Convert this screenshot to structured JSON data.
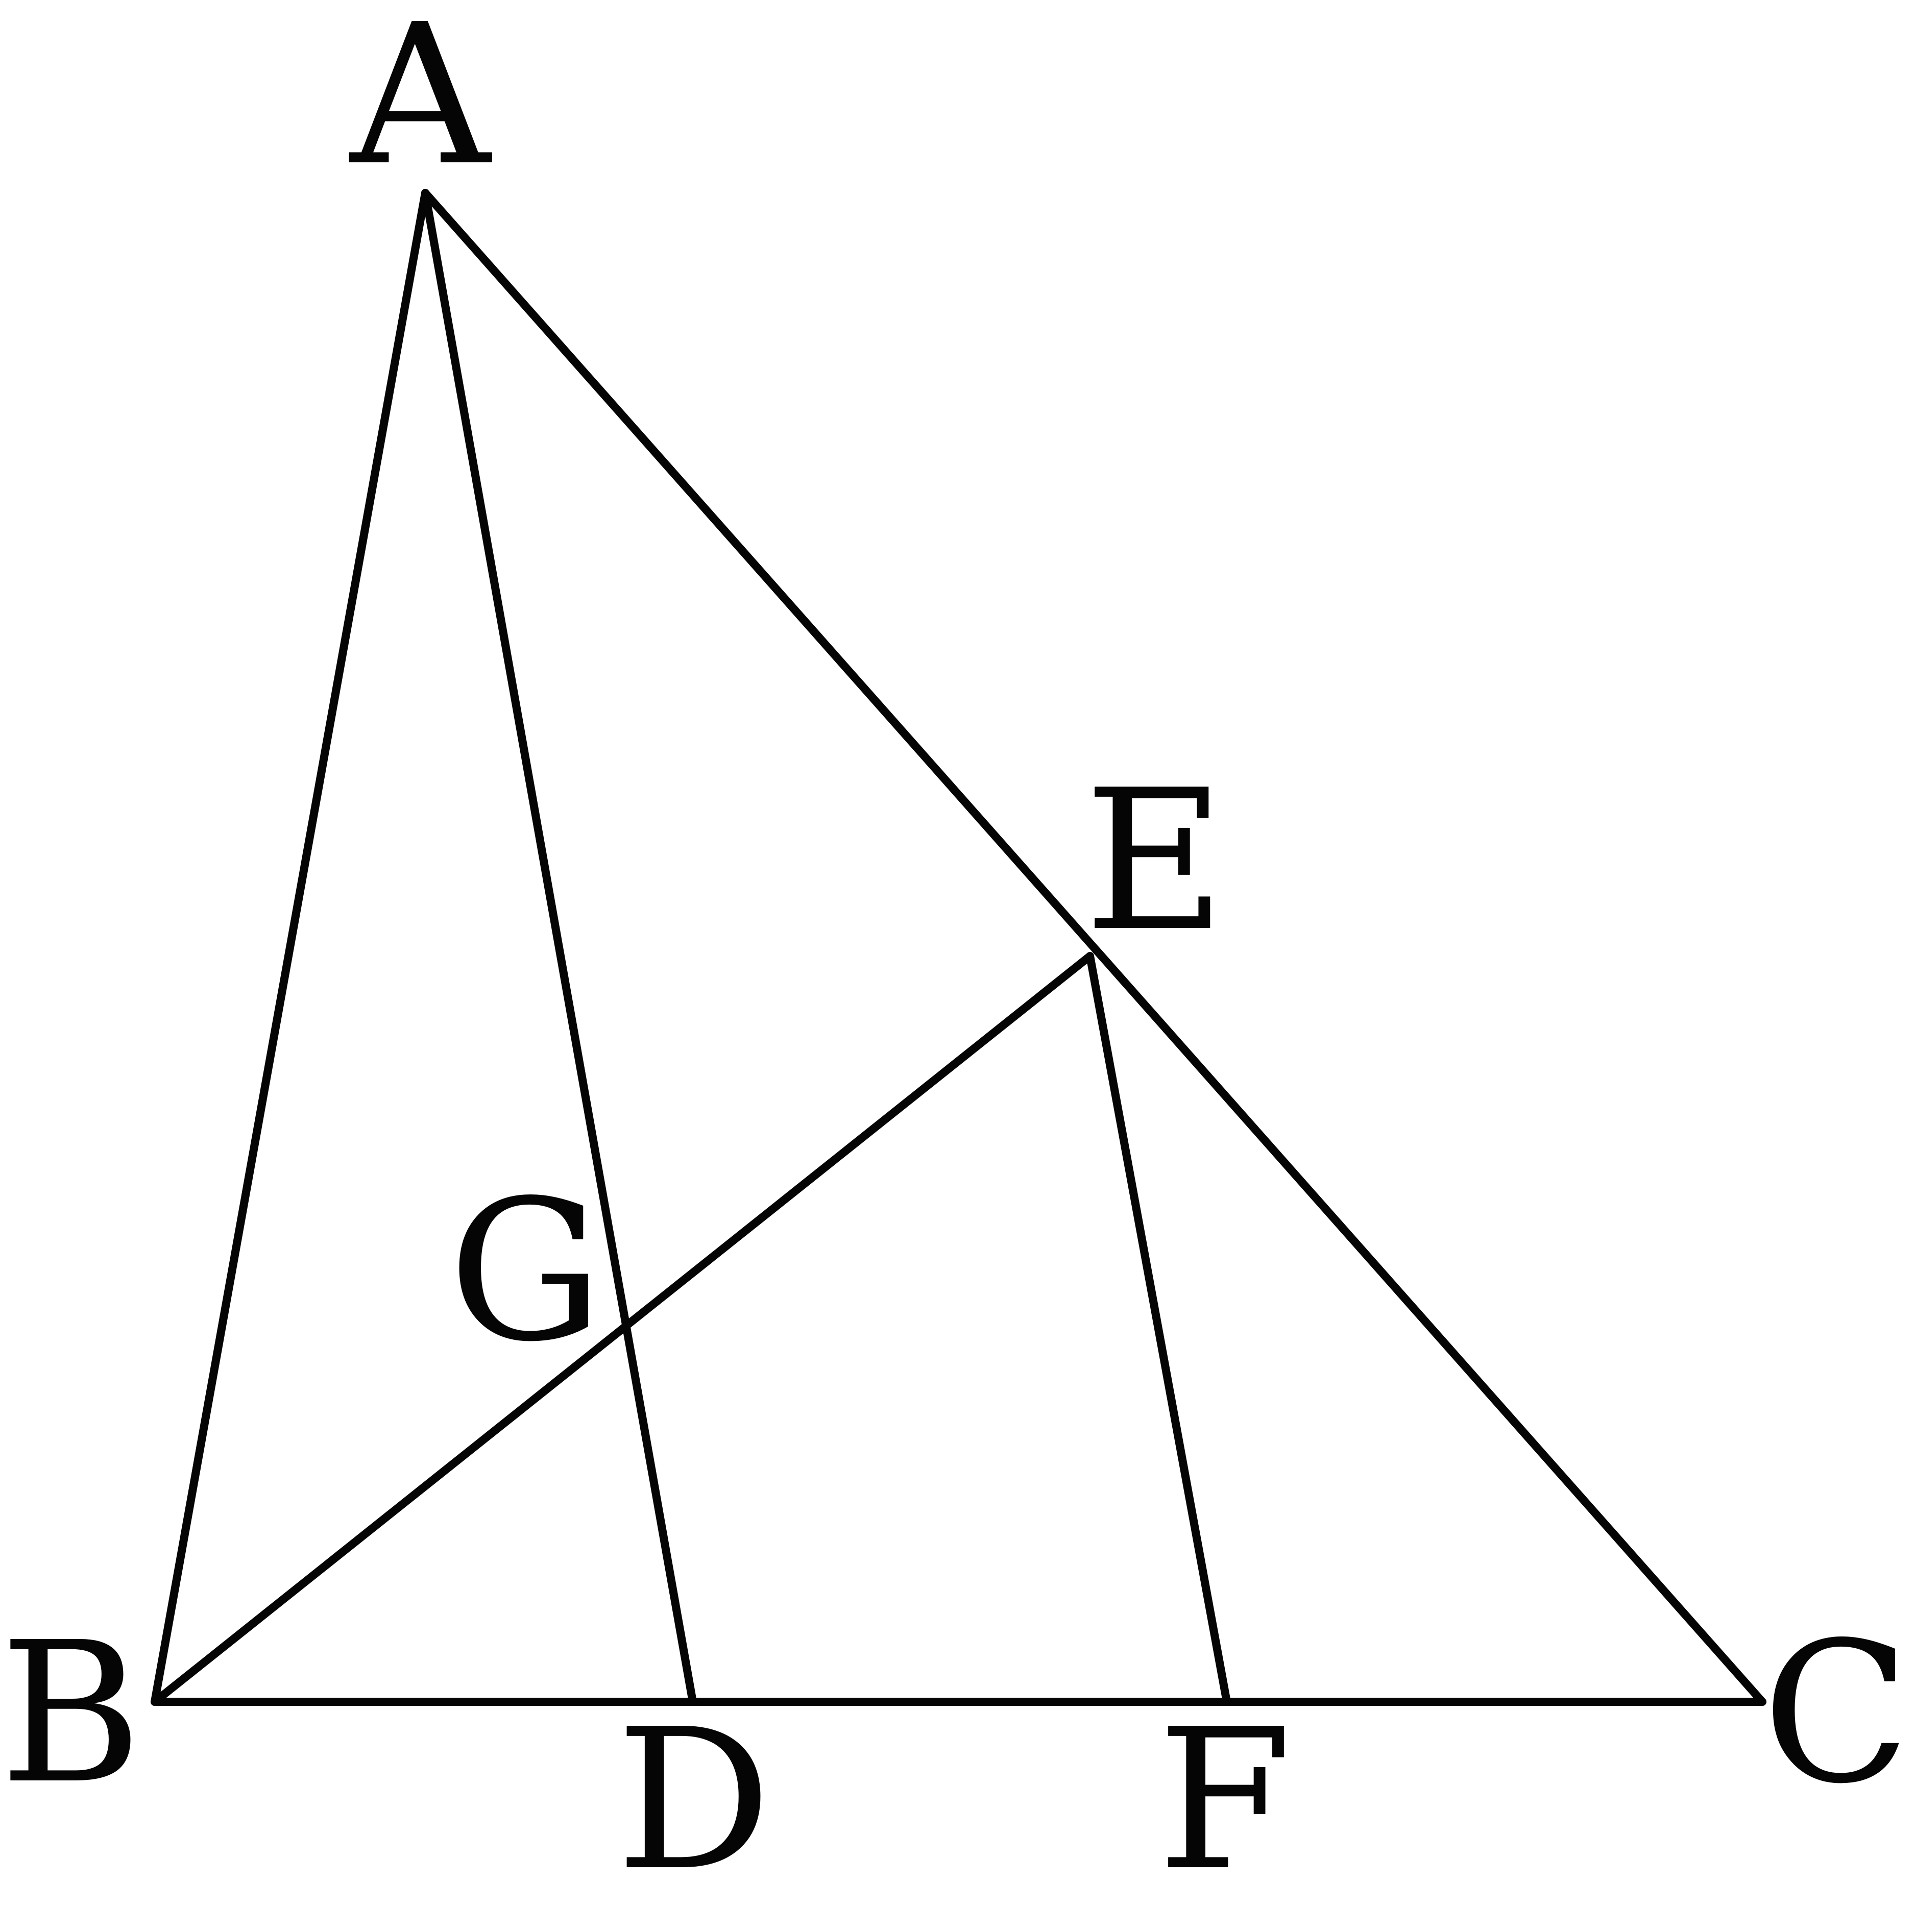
{
  "diagram": {
    "points": {
      "A": "A",
      "B": "B",
      "C": "C",
      "D": "D",
      "E": "E",
      "F": "F",
      "G": "G"
    },
    "segments": [
      "AB",
      "AC",
      "BC",
      "AD",
      "BE",
      "EF"
    ],
    "colors": {
      "stroke": "#050505",
      "background": "#ffffff"
    }
  }
}
